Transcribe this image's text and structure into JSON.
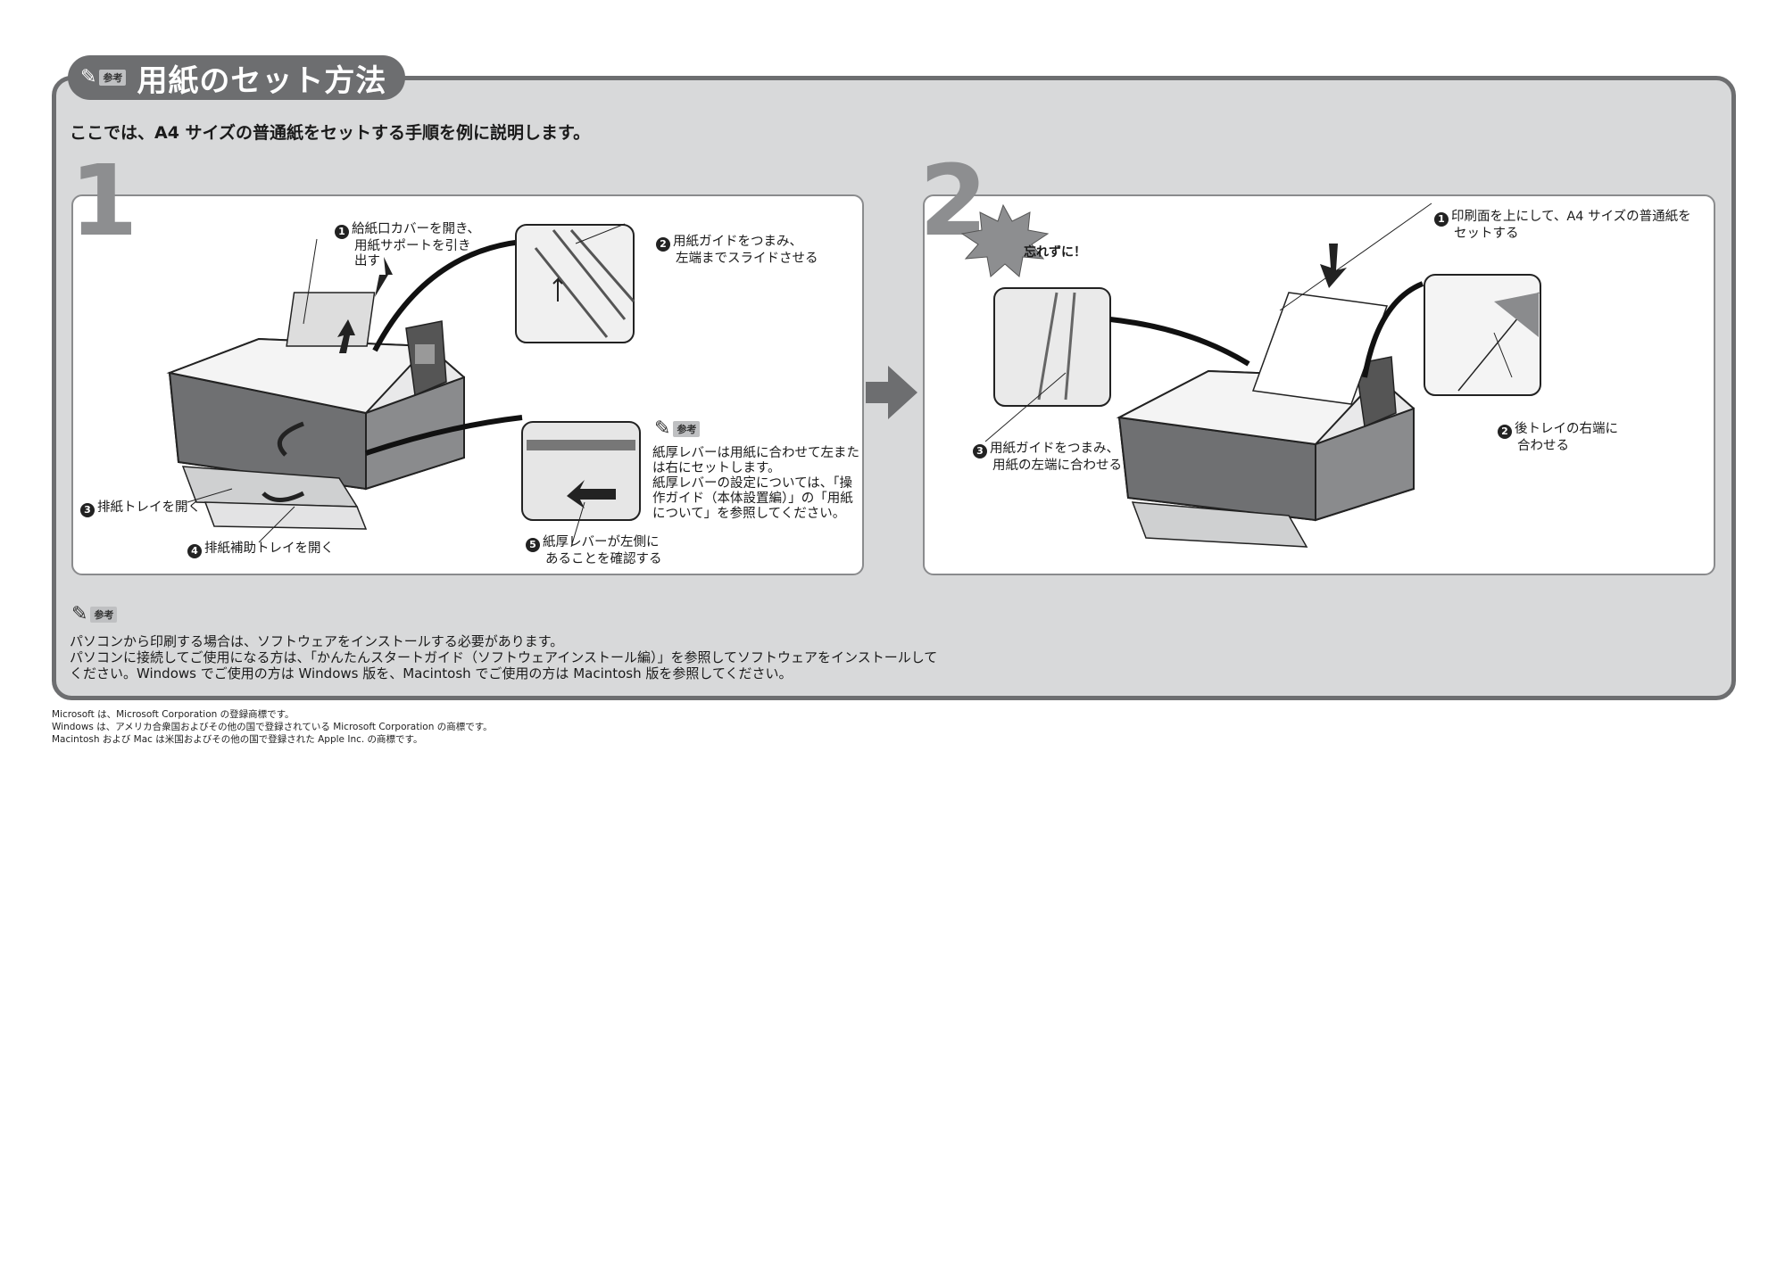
{
  "header": {
    "ref_badge": "参考",
    "title": "用紙のセット方法"
  },
  "intro": "ここでは、A4 サイズの普通紙をセットする手順を例に説明します。",
  "step1": {
    "number": "1",
    "labels": {
      "n1": "❶",
      "l1": "給紙口カバーを開き、",
      "l1b": "用紙サポートを引き",
      "l1c": "出す",
      "n2": "❷",
      "l2": "用紙ガイドをつまみ、",
      "l2b": "左端までスライドさせる",
      "n3": "❸",
      "l3": "排紙トレイを開く",
      "n4": "❹",
      "l4": "排紙補助トレイを開く",
      "n5": "❺",
      "l5": "紙厚レバーが左側に",
      "l5b": "あることを確認する"
    },
    "ref_note": {
      "badge": "参考",
      "line1": "紙厚レバーは用紙に合わせて左また",
      "line2": "は右にセットします。",
      "line3": "紙厚レバーの設定については、「操",
      "line4": "作ガイド（本体設置編）」の「用紙",
      "line5": "について」を参照してください。"
    }
  },
  "step2": {
    "number": "2",
    "burst": "忘れずに！",
    "labels": {
      "n1": "❶",
      "l1": "印刷面を上にして、A4 サイズの普通紙を",
      "l1b": "セットする",
      "n2": "❷",
      "l2": "後トレイの右端に",
      "l2b": "合わせる",
      "n3": "❸",
      "l3": "用紙ガイドをつまみ、",
      "l3b": "用紙の左端に合わせる"
    }
  },
  "bottom_note": {
    "badge": "参考",
    "line1": "パソコンから印刷する場合は、ソフトウェアをインストールする必要があります。",
    "line2": "パソコンに接続してご使用になる方は、「かんたんスタートガイド（ソフトウェアインストール編）」を参照してソフトウェアをインストールして",
    "line3": "ください。Windows でご使用の方は Windows 版を、Macintosh でご使用の方は Macintosh 版を参照してください。"
  },
  "footer": [
    "Microsoft は、Microsoft Corporation の登録商標です。",
    "Windows は、アメリカ合衆国およびその他の国で登録されている Microsoft Corporation の商標です。",
    "Macintosh および Mac は米国およびその他の国で登録された Apple Inc. の商標です。"
  ],
  "colors": {
    "frame": "#6d6e70",
    "panel_bg": "#d8d9da",
    "step_number": "#8d8e90"
  }
}
